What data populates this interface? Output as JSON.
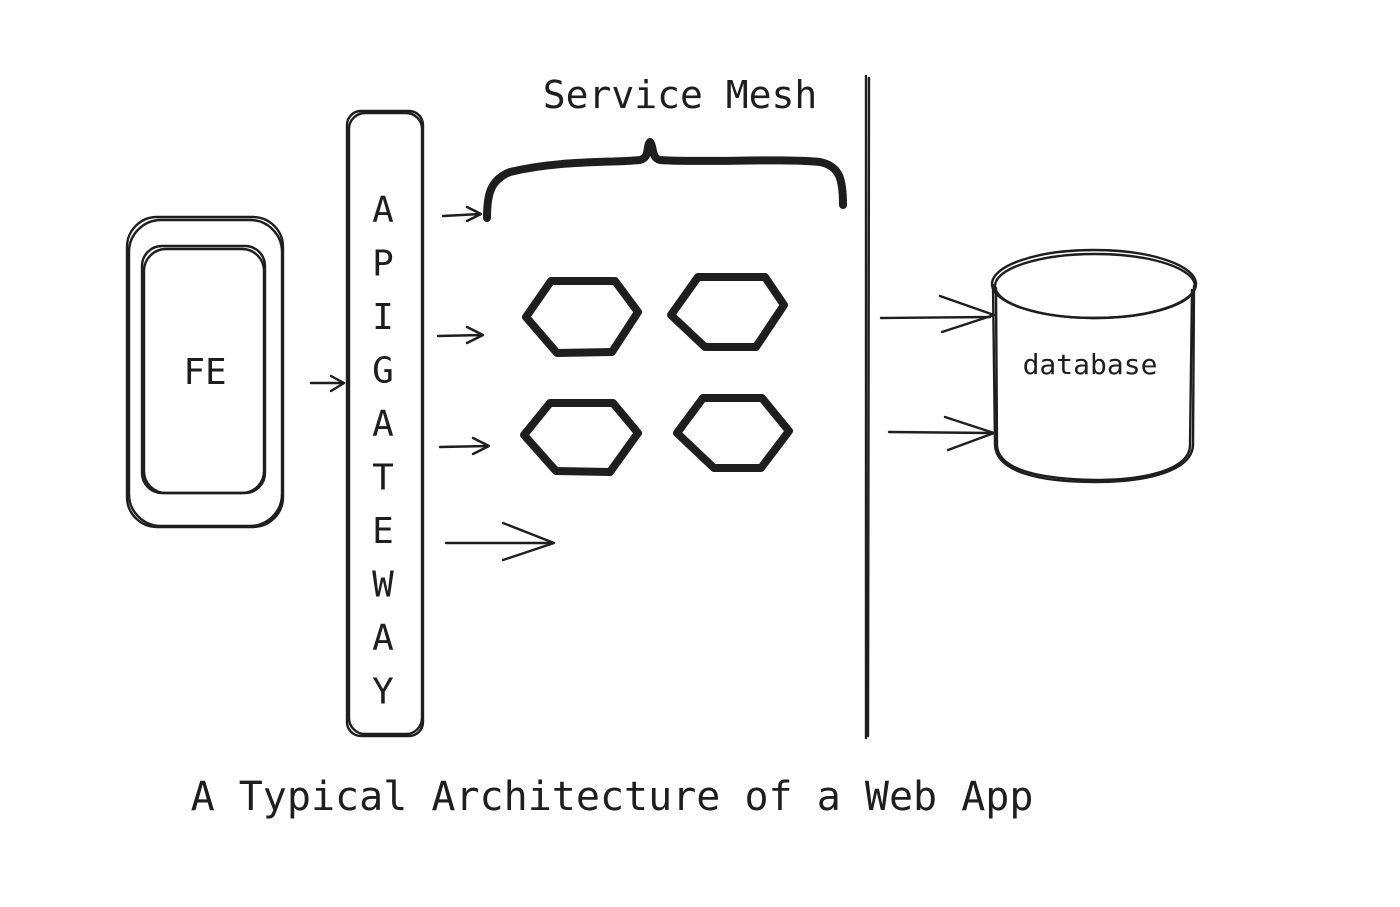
{
  "service_mesh": {
    "label": "Service Mesh"
  },
  "frontend": {
    "label": "FE"
  },
  "api_gateway": {
    "letters": [
      "A",
      "P",
      "I",
      "G",
      "A",
      "T",
      "E",
      "W",
      "A",
      "Y"
    ]
  },
  "database": {
    "label": "database"
  },
  "caption": {
    "text": "A Typical Architecture of a Web App"
  },
  "colors": {
    "ink": "#1e1e1e",
    "background": "#ffffff"
  }
}
